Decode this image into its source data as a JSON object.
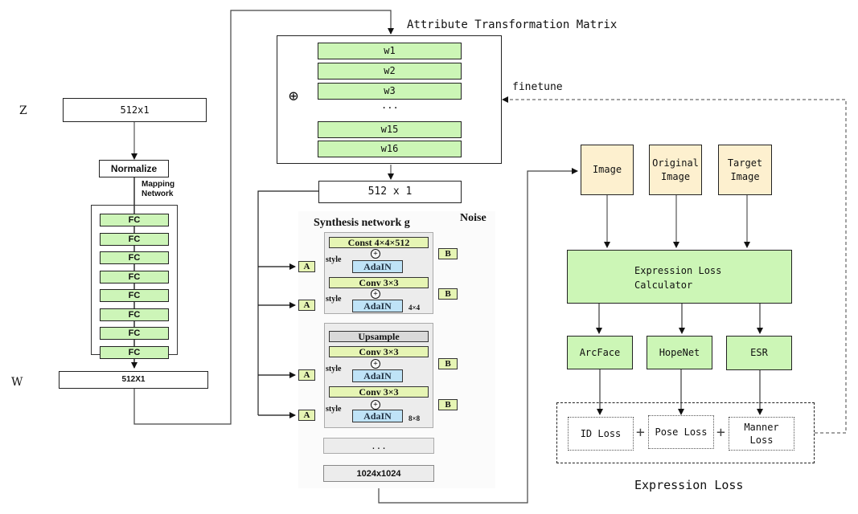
{
  "mapping": {
    "z_label": "Z",
    "w_label": "W",
    "input": "512x1",
    "normalize": "Normalize",
    "network_title_line1": "Mapping",
    "network_title_line2": "Network",
    "fc_layers": [
      "FC",
      "FC",
      "FC",
      "FC",
      "FC",
      "FC",
      "FC",
      "FC"
    ],
    "output": "512X1"
  },
  "attribute_matrix": {
    "title": "Attribute Transformation Matrix",
    "operator": "⊕",
    "rows": [
      "w1",
      "w2",
      "w3",
      "...",
      "w15",
      "w16"
    ],
    "output": "512 x 1",
    "finetune_label": "finetune"
  },
  "synthesis": {
    "title": "Synthesis network g",
    "noise_label": "Noise",
    "block1": {
      "const": "Const 4×4×512",
      "conv": "Conv 3×3",
      "adain": "AdaIN",
      "resolution": "4×4"
    },
    "block2": {
      "upsample": "Upsample",
      "conv": "Conv 3×3",
      "adain": "AdaIN",
      "resolution": "8×8"
    },
    "style_label": "style",
    "a_label": "A",
    "b_label": "B",
    "plus": "+",
    "ellipsis": "...",
    "output": "1024x1024"
  },
  "loss": {
    "inputs": [
      "Image",
      "Original Image",
      "Target Image"
    ],
    "calculator_line1": "Expression Loss",
    "calculator_line2": "Calculator",
    "models": [
      "ArcFace",
      "HopeNet",
      "ESR"
    ],
    "terms": [
      "ID Loss",
      "Pose Loss",
      "Manner Loss"
    ],
    "plus": "+",
    "caption": "Expression Loss"
  }
}
